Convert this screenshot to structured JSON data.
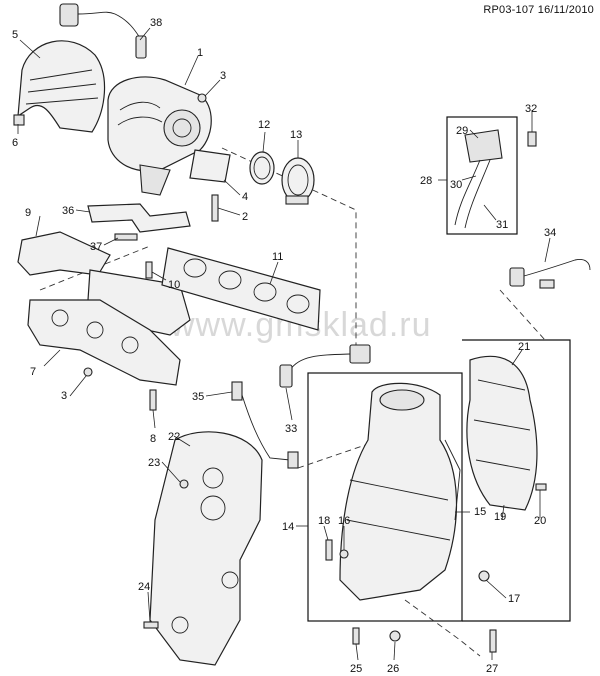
{
  "header": {
    "ref": "RP03-107 16/11/2010"
  },
  "watermark": "www.gmsklad.ru",
  "callouts": [
    "1",
    "2",
    "3",
    "4",
    "5",
    "6",
    "7",
    "8",
    "9",
    "10",
    "11",
    "12",
    "13",
    "14",
    "15",
    "16",
    "17",
    "18",
    "19",
    "20",
    "21",
    "22",
    "23",
    "24",
    "25",
    "26",
    "27",
    "28",
    "29",
    "30",
    "31",
    "32",
    "33",
    "34",
    "35",
    "36",
    "37",
    "38"
  ]
}
